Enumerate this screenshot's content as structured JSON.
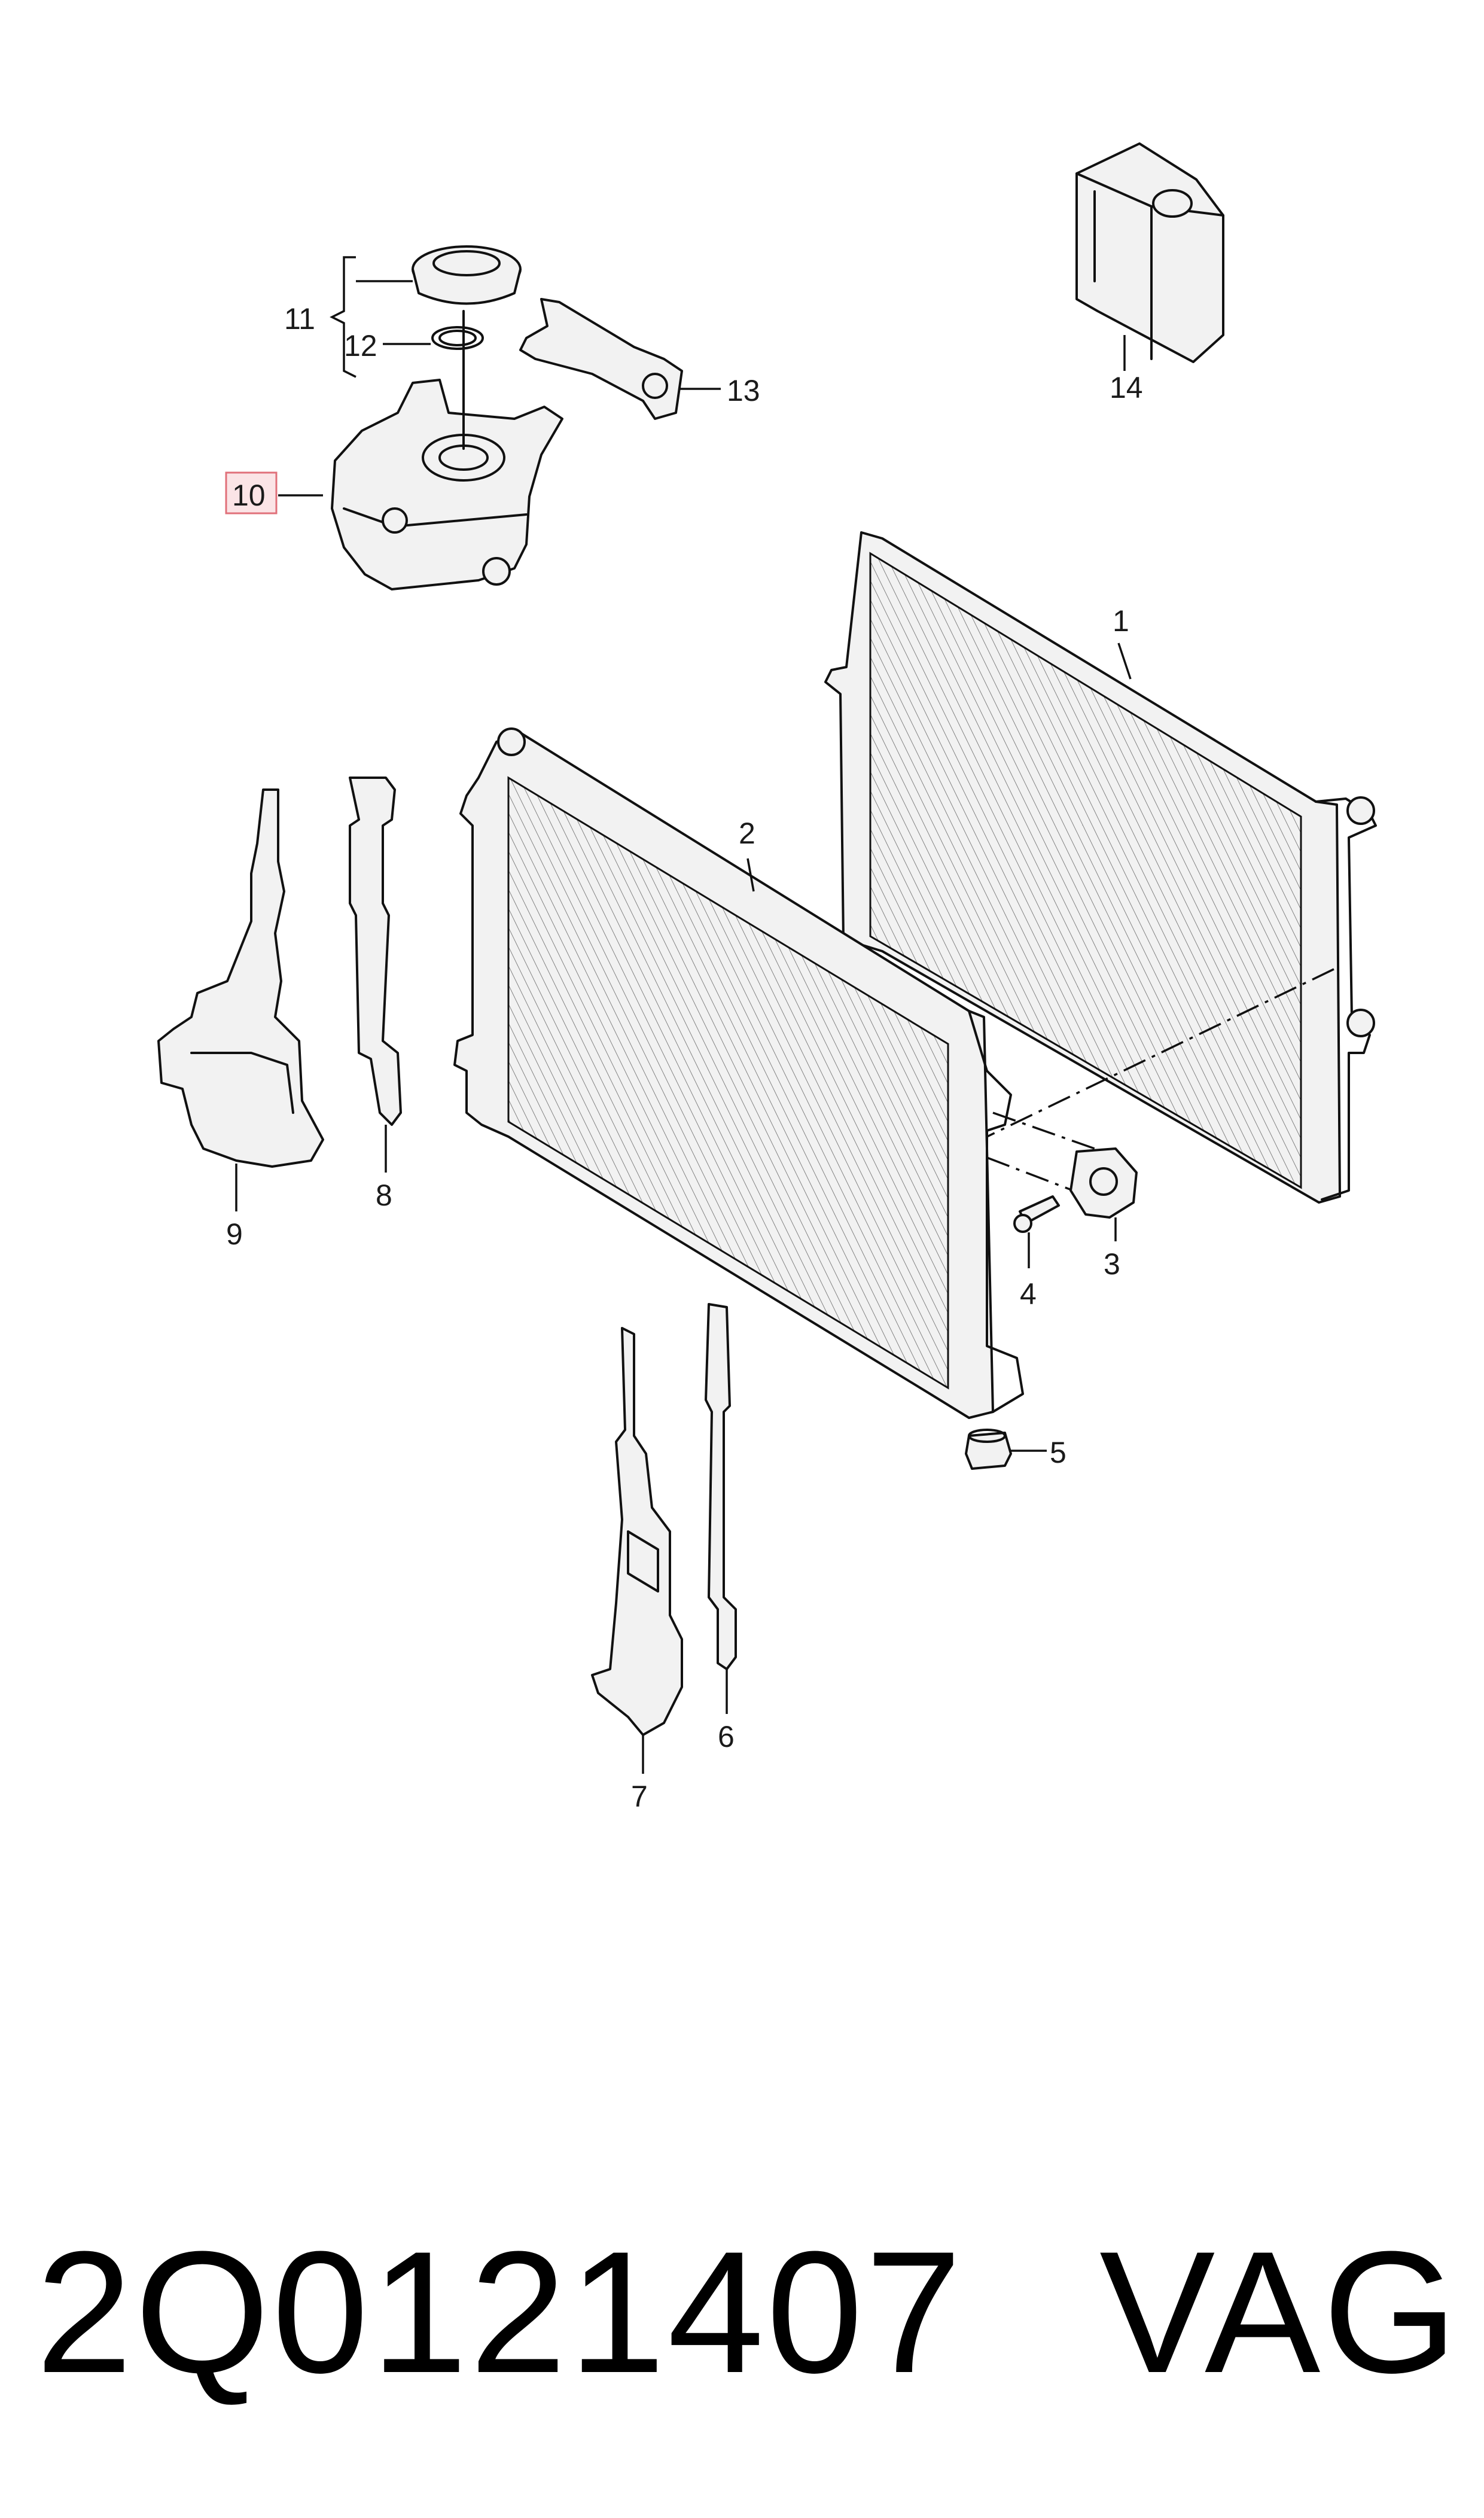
{
  "callouts": {
    "c1": "1",
    "c2": "2",
    "c3": "3",
    "c4": "4",
    "c5": "5",
    "c6": "6",
    "c7": "7",
    "c8": "8",
    "c9": "9",
    "c10": "10",
    "c11": "11",
    "c12": "12",
    "c13": "13",
    "c14": "14"
  },
  "highlight": {
    "callout": "10",
    "color": "#e0707a",
    "fill": "#fbe4e6"
  },
  "footer": {
    "part_number": "2Q0121407",
    "brand": "VAG"
  }
}
